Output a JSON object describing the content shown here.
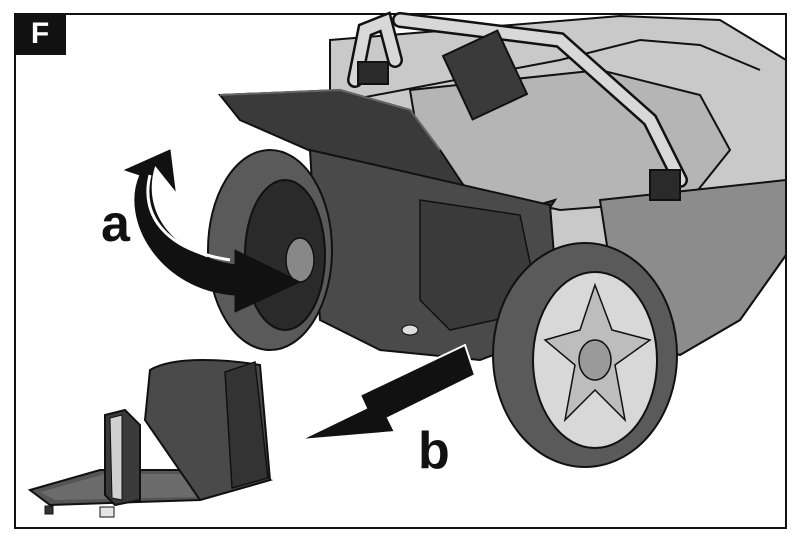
{
  "figure": {
    "badge": "F"
  },
  "callouts": {
    "a": "a",
    "b": "b"
  },
  "colors": {
    "ink": "#111111",
    "dark_grey": "#4a4a4a",
    "mid_grey": "#8c8c8c",
    "light_grey": "#d2d2d2",
    "paper": "#ffffff"
  }
}
